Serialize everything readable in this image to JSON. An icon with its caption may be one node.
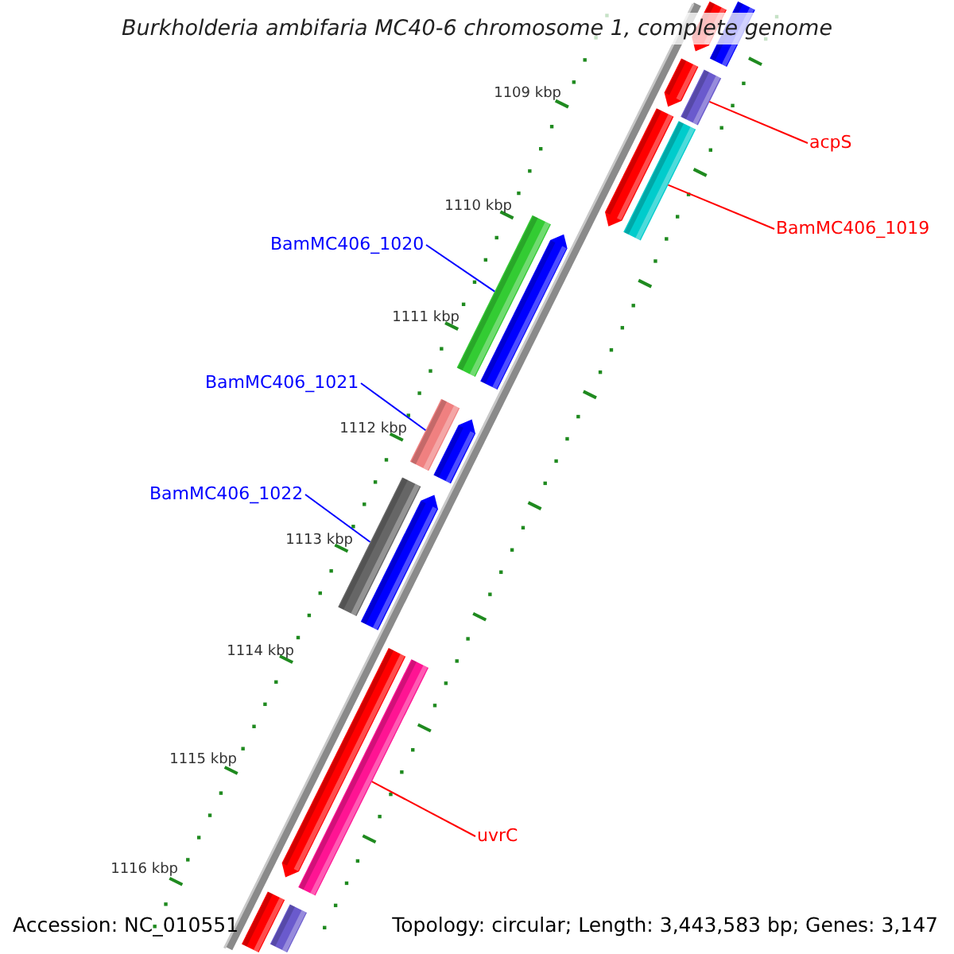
{
  "diagram": {
    "title": "Burkholderia ambifaria MC40-6 chromosome 1, complete genome",
    "nodes": [
      {
        "text": [
          "acpS"
        ]
      },
      {
        "text": [
          "BamMC406_1019"
        ]
      },
      {
        "text": [
          "BamMC406_1020"
        ]
      },
      {
        "text": [
          "BamMC406_1021"
        ]
      },
      {
        "text": [
          "BamMC406_1022"
        ]
      },
      {
        "text": [
          "uvrC"
        ]
      },
      {
        "text": [],
        "shape": "bar"
      },
      {
        "text": [],
        "shape": "bar"
      },
      {
        "text": [],
        "shape": "bar"
      },
      {
        "text": [],
        "shape": "bar"
      },
      {
        "text": [],
        "shape": "bar"
      },
      {
        "text": [],
        "shape": "bar"
      }
    ],
    "edges": [
      {
        "from": 0,
        "to": 6,
        "arrow": "none",
        "color": "#ff0000"
      },
      {
        "from": 1,
        "to": 7,
        "arrow": "none",
        "color": "#ff0000"
      },
      {
        "from": 2,
        "to": 8,
        "arrow": "none",
        "color": "#0000ff"
      },
      {
        "from": 3,
        "to": 9,
        "arrow": "none",
        "color": "#0000ff"
      },
      {
        "from": 4,
        "to": 10,
        "arrow": "none",
        "color": "#0000ff"
      },
      {
        "from": 5,
        "to": 11,
        "arrow": "none",
        "color": "#ff0000"
      }
    ],
    "labels": [
      "1109 kbp",
      "1110 kbp",
      "1111 kbp",
      "1112 kbp",
      "1113 kbp",
      "1114 kbp",
      "1115 kbp",
      "1116 kbp",
      "Accession: NC_010551",
      "Topology: circular; Length: 3,443,583 bp; Genes: 3,147"
    ]
  }
}
